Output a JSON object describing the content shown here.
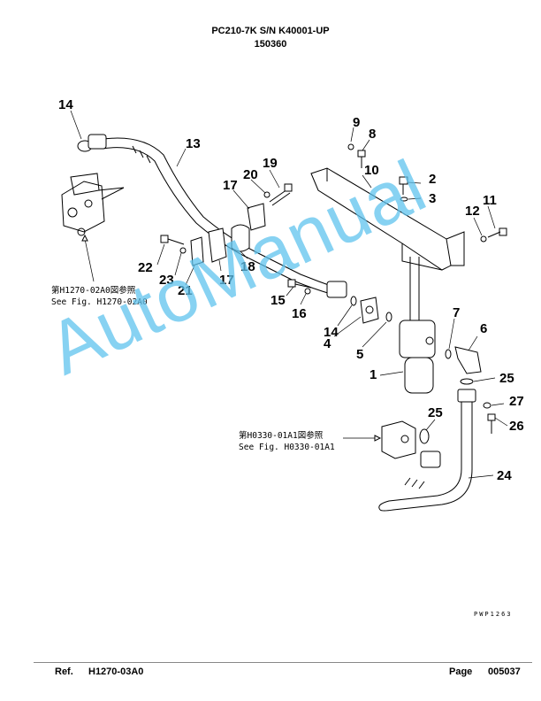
{
  "header": {
    "model": "PC210-7K S/N K40001-UP",
    "part_number": "150360"
  },
  "callouts": [
    "14",
    "13",
    "9",
    "8",
    "19",
    "20",
    "17",
    "10",
    "2",
    "3",
    "11",
    "12",
    "22",
    "23",
    "21",
    "17",
    "18",
    "15",
    "16",
    "14",
    "4",
    "5",
    "7",
    "6",
    "1",
    "25",
    "27",
    "26",
    "25",
    "24"
  ],
  "references": {
    "h1270_jp": "第H1270-02A0図参照",
    "h1270_en": "See Fig. H1270-02A0",
    "h0330_jp": "第H0330-01A1図参照",
    "h0330_en": "See Fig. H0330-01A1"
  },
  "drawing_code": "PWP1263",
  "watermark": "AutoManual",
  "footer": {
    "ref_label": "Ref.",
    "ref_value": "H1270-03A0",
    "page_label": "Page",
    "page_value": "005037"
  }
}
